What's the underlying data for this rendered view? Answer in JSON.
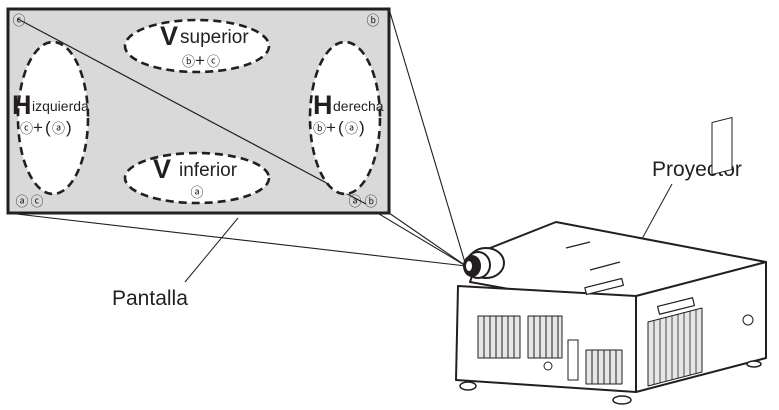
{
  "diagram": {
    "labels": {
      "screen": "Pantalla",
      "projector": "Proyector"
    },
    "corners": {
      "top_left": "ⓒ",
      "top_right": "ⓑ",
      "bottom_left_a": "ⓐ",
      "bottom_left_c": "ⓒ",
      "bottom_right_a": "ⓐ",
      "bottom_right_b": "ⓑ"
    },
    "zones": {
      "v_top": {
        "letter": "V",
        "word": "superior",
        "c1": "ⓑ",
        "plus": "+",
        "c2": "ⓒ"
      },
      "v_bottom": {
        "letter": "V",
        "word": "inferior",
        "c1": "ⓐ"
      },
      "h_left": {
        "letter": "H",
        "word": "izquierda",
        "c1": "ⓒ",
        "plus": "+",
        "open": "(",
        "c2": "ⓐ",
        "close": ")"
      },
      "h_right": {
        "letter": "H",
        "word": "derecha",
        "c1": "ⓑ",
        "plus": "+",
        "open": "(",
        "c2": "ⓐ",
        "close": ")"
      }
    },
    "colors": {
      "screen_fill": "#d9d9d9",
      "line": "#231f20",
      "ellipse_fill": "#ffffff",
      "projector_body": "#ffffff"
    }
  }
}
